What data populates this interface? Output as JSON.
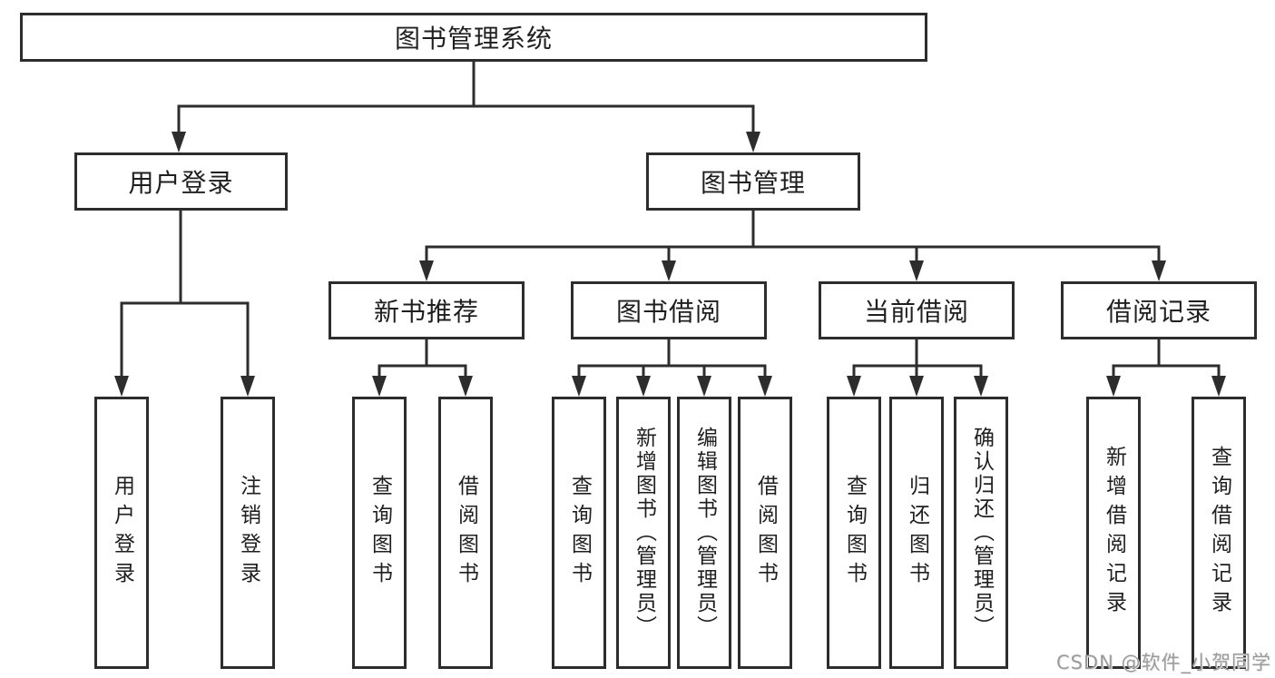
{
  "tree": {
    "root": {
      "label": "图书管理系统"
    },
    "branches": [
      {
        "label": "用户登录",
        "children": [
          {
            "label": "用户登录"
          },
          {
            "label": "注销登录"
          }
        ]
      },
      {
        "label": "图书管理",
        "children": [
          {
            "label": "新书推荐",
            "children": [
              {
                "label": "查询图书"
              },
              {
                "label": "借阅图书"
              }
            ]
          },
          {
            "label": "图书借阅",
            "children": [
              {
                "label": "查询图书"
              },
              {
                "label": "新增图书（管理员）"
              },
              {
                "label": "编辑图书（管理员）"
              },
              {
                "label": "借阅图书"
              }
            ]
          },
          {
            "label": "当前借阅",
            "children": [
              {
                "label": "查询图书"
              },
              {
                "label": "归还图书"
              },
              {
                "label": "确认归还（管理员）"
              }
            ]
          },
          {
            "label": "借阅记录",
            "children": [
              {
                "label": "新增借阅记录"
              },
              {
                "label": "查询借阅记录"
              }
            ]
          }
        ]
      }
    ]
  },
  "watermark": {
    "text": "CSDN @软件_小贺同学"
  },
  "colors": {
    "line": "#2d2d2d",
    "text": "#1f1f1f",
    "watermark": "#9b9b9b",
    "background": "#ffffff"
  }
}
